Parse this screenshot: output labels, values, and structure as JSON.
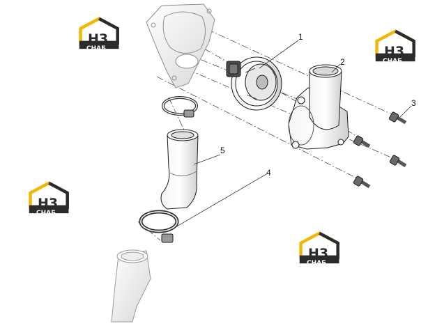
{
  "callouts": [
    {
      "id": "1"
    },
    {
      "id": "2"
    },
    {
      "id": "3"
    },
    {
      "id": "4"
    },
    {
      "id": "5"
    }
  ],
  "watermark": {
    "logo_mark": "H3",
    "logo_text": "СНАБ",
    "colors": {
      "yellow": "#f2b705",
      "dark": "#2b2b2b",
      "grey": "#8a8a8a"
    }
  },
  "colors": {
    "line": "#1a1a1a",
    "ghost": "#9a9a9a",
    "shade": "#d9d9d9"
  }
}
